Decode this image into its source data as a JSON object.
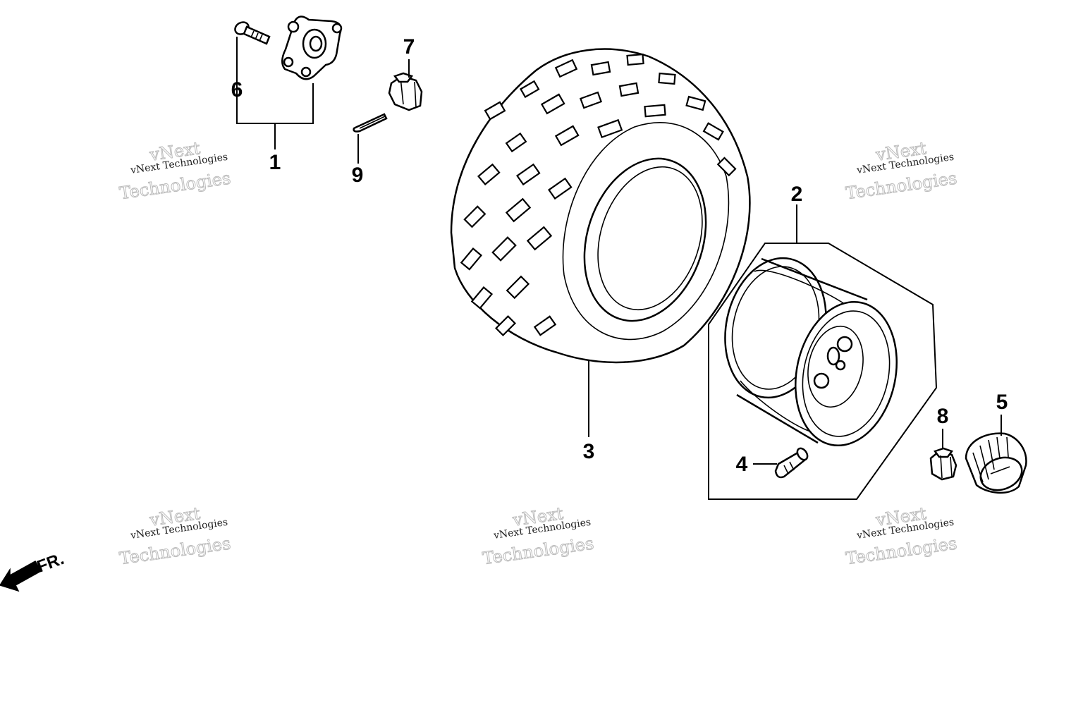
{
  "callouts": [
    {
      "id": "1",
      "label": "1"
    },
    {
      "id": "2",
      "label": "2"
    },
    {
      "id": "3",
      "label": "3"
    },
    {
      "id": "4",
      "label": "4"
    },
    {
      "id": "5",
      "label": "5"
    },
    {
      "id": "6",
      "label": "6"
    },
    {
      "id": "7",
      "label": "7"
    },
    {
      "id": "8",
      "label": "8"
    },
    {
      "id": "9",
      "label": "9"
    }
  ],
  "watermark": {
    "line1": "vNext Technologies",
    "line2": "vNext",
    "line3": "Technologies"
  },
  "direction_arrow": {
    "label": "FR."
  }
}
